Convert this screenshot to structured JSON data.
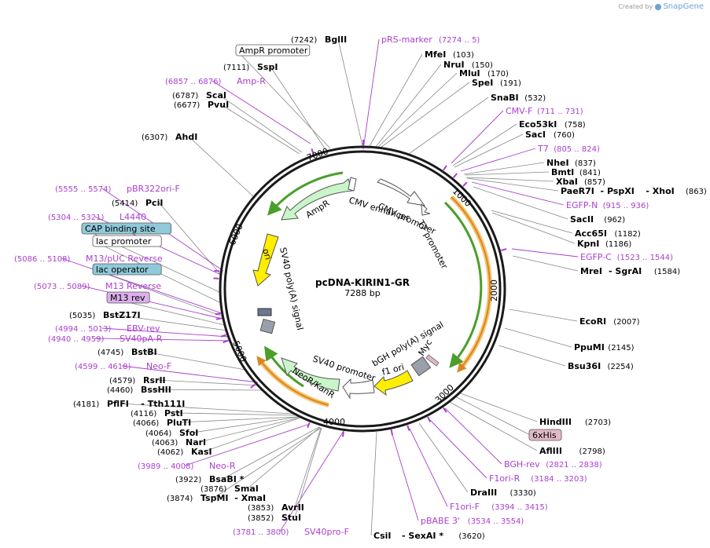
{
  "branding": {
    "created_by": "Created by",
    "product": "SnapGene"
  },
  "plasmid": {
    "name": "pcDNA-KIRIN1-GR",
    "length_label": "7288 bp",
    "length": 7288
  },
  "tick_labels": [
    "1000",
    "2000",
    "3000",
    "4000",
    "5000",
    "6000",
    "7000"
  ],
  "features": [
    {
      "id": "cmv-enhancer",
      "label": "CMV enhancer"
    },
    {
      "id": "cmv-promoter",
      "label": "CMV promoter"
    },
    {
      "id": "t7-promoter",
      "label": "T7 promoter"
    },
    {
      "id": "bgh-polya",
      "label": "bGH poly(A) signal"
    },
    {
      "id": "myc",
      "label": "Myc"
    },
    {
      "id": "f1-ori",
      "label": "f1 ori"
    },
    {
      "id": "sv40-promoter",
      "label": "SV40 promoter"
    },
    {
      "id": "neor-kanr",
      "label": "NeoR/KanR"
    },
    {
      "id": "sv40-polya",
      "label": "SV40 poly(A) signal"
    },
    {
      "id": "ori",
      "label": "ori"
    },
    {
      "id": "ampr",
      "label": "AmpR"
    }
  ],
  "labels": [
    {
      "id": "bglII",
      "kind": "enzyme",
      "name": "BglII",
      "coord": "(7242)"
    },
    {
      "id": "prs-marker",
      "kind": "primer",
      "name": "pRS-marker",
      "coord": "(7274 .. 5)"
    },
    {
      "id": "mfeI",
      "kind": "enzyme",
      "name": "MfeI",
      "coord": "(103)"
    },
    {
      "id": "nruI",
      "kind": "enzyme",
      "name": "NruI",
      "coord": "(150)"
    },
    {
      "id": "mluI",
      "kind": "enzyme",
      "name": "MluI",
      "coord": "(170)"
    },
    {
      "id": "speI",
      "kind": "enzyme",
      "name": "SpeI",
      "coord": "(191)"
    },
    {
      "id": "snaBI",
      "kind": "enzyme",
      "name": "SnaBI",
      "coord": "(532)"
    },
    {
      "id": "cmv-f",
      "kind": "primer",
      "name": "CMV-F",
      "coord": "(711 .. 731)"
    },
    {
      "id": "eco53kI",
      "kind": "enzyme",
      "name": "Eco53kI",
      "coord": "(758)"
    },
    {
      "id": "sacI",
      "kind": "enzyme",
      "name": "SacI",
      "coord": "(760)"
    },
    {
      "id": "t7",
      "kind": "primer",
      "name": "T7",
      "coord": "(805 .. 824)"
    },
    {
      "id": "nheI",
      "kind": "enzyme",
      "name": "NheI",
      "coord": "(837)"
    },
    {
      "id": "bmtI",
      "kind": "enzyme",
      "name": "BmtI",
      "coord": "(841)"
    },
    {
      "id": "xbaI",
      "kind": "enzyme",
      "name": "XbaI",
      "coord": "(857)"
    },
    {
      "id": "paer7i",
      "kind": "enzyme",
      "name": "PaeR7I",
      "name2": "- PspXI",
      "name3": "- XhoI",
      "coord": "(863)"
    },
    {
      "id": "egfp-n",
      "kind": "primer",
      "name": "EGFP-N",
      "coord": "(915 .. 936)"
    },
    {
      "id": "sacII",
      "kind": "enzyme",
      "name": "SacII",
      "coord": "(962)"
    },
    {
      "id": "acc65I",
      "kind": "enzyme",
      "name": "Acc65I",
      "coord": "(1182)"
    },
    {
      "id": "kpnI",
      "kind": "enzyme",
      "name": "KpnI",
      "coord": "(1186)"
    },
    {
      "id": "egfp-c",
      "kind": "primer",
      "name": "EGFP-C",
      "coord": "(1523 .. 1544)"
    },
    {
      "id": "mreI",
      "kind": "enzyme",
      "name": "MreI",
      "name2": "- SgrAI",
      "coord": "(1584)"
    },
    {
      "id": "ecoRI",
      "kind": "enzyme",
      "name": "EcoRI",
      "coord": "(2007)"
    },
    {
      "id": "ppuMI",
      "kind": "enzyme",
      "name": "PpuMI",
      "coord": "(2145)"
    },
    {
      "id": "bsu36I",
      "kind": "enzyme",
      "name": "Bsu36I",
      "coord": "(2254)"
    },
    {
      "id": "hindIII",
      "kind": "enzyme",
      "name": "HindIII",
      "coord": "(2703)"
    },
    {
      "id": "6xhis",
      "kind": "tag",
      "name": "6xHis",
      "coord": ""
    },
    {
      "id": "aflIII",
      "kind": "enzyme",
      "name": "AflIII",
      "coord": "(2798)"
    },
    {
      "id": "bgh-rev",
      "kind": "primer",
      "name": "BGH-rev",
      "coord": "(2821 .. 2838)"
    },
    {
      "id": "f1ori-r",
      "kind": "primer",
      "name": "F1ori-R",
      "coord": "(3184 .. 3203)"
    },
    {
      "id": "draIII",
      "kind": "enzyme",
      "name": "DraIII",
      "coord": "(3330)"
    },
    {
      "id": "f1ori-f",
      "kind": "primer",
      "name": "F1ori-F",
      "coord": "(3394 .. 3415)"
    },
    {
      "id": "pbabe3",
      "kind": "primer",
      "name": "pBABE 3'",
      "coord": "(3534 .. 3554)"
    },
    {
      "id": "csiI",
      "kind": "enzyme",
      "name": "CsiI",
      "name2": "- SexAI *",
      "coord": "(3620)"
    },
    {
      "id": "sv40pro-f",
      "kind": "primer",
      "name": "SV40pro-F",
      "coord": "(3781 .. 3800)"
    },
    {
      "id": "stuI",
      "kind": "enzyme",
      "name": "StuI",
      "coord": "(3852)"
    },
    {
      "id": "avrII",
      "kind": "enzyme",
      "name": "AvrII",
      "coord": "(3853)"
    },
    {
      "id": "tspMI",
      "kind": "enzyme",
      "name": "TspMI",
      "name2": "- XmaI",
      "coord": "(3874)"
    },
    {
      "id": "smaI",
      "kind": "enzyme",
      "name": "SmaI",
      "coord": "(3876)"
    },
    {
      "id": "bsaBI",
      "kind": "enzyme",
      "name": "BsaBI *",
      "coord": "(3922)"
    },
    {
      "id": "neo-r",
      "kind": "primer",
      "name": "Neo-R",
      "coord": "(3989 .. 4008)"
    },
    {
      "id": "kasI",
      "kind": "enzyme",
      "name": "KasI",
      "coord": "(4062)"
    },
    {
      "id": "narI",
      "kind": "enzyme",
      "name": "NarI",
      "coord": "(4063)"
    },
    {
      "id": "sfoI",
      "kind": "enzyme",
      "name": "SfoI",
      "coord": "(4064)"
    },
    {
      "id": "pluTI",
      "kind": "enzyme",
      "name": "PluTI",
      "coord": "(4066)"
    },
    {
      "id": "pstI",
      "kind": "enzyme",
      "name": "PstI",
      "coord": "(4116)"
    },
    {
      "id": "pflFI",
      "kind": "enzyme",
      "name": "PflFI",
      "name2": "- Tth111I",
      "coord": "(4181)"
    },
    {
      "id": "bssHII",
      "kind": "enzyme",
      "name": "BssHII",
      "coord": "(4460)"
    },
    {
      "id": "rsrII",
      "kind": "enzyme",
      "name": "RsrII",
      "coord": "(4579)"
    },
    {
      "id": "neo-f",
      "kind": "primer",
      "name": "Neo-F",
      "coord": "(4599 .. 4618)"
    },
    {
      "id": "bstBI",
      "kind": "enzyme",
      "name": "BstBI",
      "coord": "(4745)"
    },
    {
      "id": "sv40pa-r",
      "kind": "primer",
      "name": "SV40pA-R",
      "coord": "(4940 .. 4959)"
    },
    {
      "id": "ebv-rev",
      "kind": "primer",
      "name": "EBV-rev",
      "coord": "(4994 .. 5013)"
    },
    {
      "id": "bstZ17I",
      "kind": "enzyme",
      "name": "BstZ17I",
      "coord": "(5035)"
    },
    {
      "id": "m13rev",
      "kind": "promoter-box",
      "name": "M13 rev",
      "coord": ""
    },
    {
      "id": "m13reverse",
      "kind": "primer",
      "name": "M13 Reverse",
      "coord": "(5073 .. 5089)"
    },
    {
      "id": "lac-operator",
      "kind": "operator-box",
      "name": "lac operator",
      "coord": ""
    },
    {
      "id": "m13puc-reverse",
      "kind": "primer",
      "name": "M13/pUC Reverse",
      "coord": "(5086 .. 5108)"
    },
    {
      "id": "lac-promoter",
      "kind": "box",
      "name": "lac promoter",
      "coord": ""
    },
    {
      "id": "cap-binding-site",
      "kind": "operator-box",
      "name": "CAP binding site",
      "coord": ""
    },
    {
      "id": "l4440",
      "kind": "primer",
      "name": "L4440",
      "coord": "(5304 .. 5321)"
    },
    {
      "id": "pciI",
      "kind": "enzyme",
      "name": "PciI",
      "coord": "(5414)"
    },
    {
      "id": "pbr322ori-f",
      "kind": "primer",
      "name": "pBR322ori-F",
      "coord": "(5555 .. 5574)"
    },
    {
      "id": "ahdI",
      "kind": "enzyme",
      "name": "AhdI",
      "coord": "(6307)"
    },
    {
      "id": "pvuI",
      "kind": "enzyme",
      "name": "PvuI",
      "coord": "(6677)"
    },
    {
      "id": "scaI",
      "kind": "enzyme",
      "name": "ScaI",
      "coord": "(6787)"
    },
    {
      "id": "amp-r",
      "kind": "primer",
      "name": "Amp-R",
      "coord": "(6857 .. 6876)"
    },
    {
      "id": "sspI",
      "kind": "enzyme",
      "name": "SspI",
      "coord": "(7111)"
    },
    {
      "id": "ampr-promoter",
      "kind": "box",
      "name": "AmpR promoter",
      "coord": ""
    }
  ],
  "colors": {
    "backbone": "#1a1a1a",
    "primer": "#a93fce",
    "orf_green": "#4a9e2a",
    "orf_orange": "#d9861f",
    "ampr_fill": "#c9f5c9",
    "ori_fill": "#ffee00",
    "promoter_fill": "#ffffff",
    "operator_fill": "#8fc9da",
    "tag_fill": "#e2b8c8",
    "m13_fill": "#dcb0ec"
  }
}
